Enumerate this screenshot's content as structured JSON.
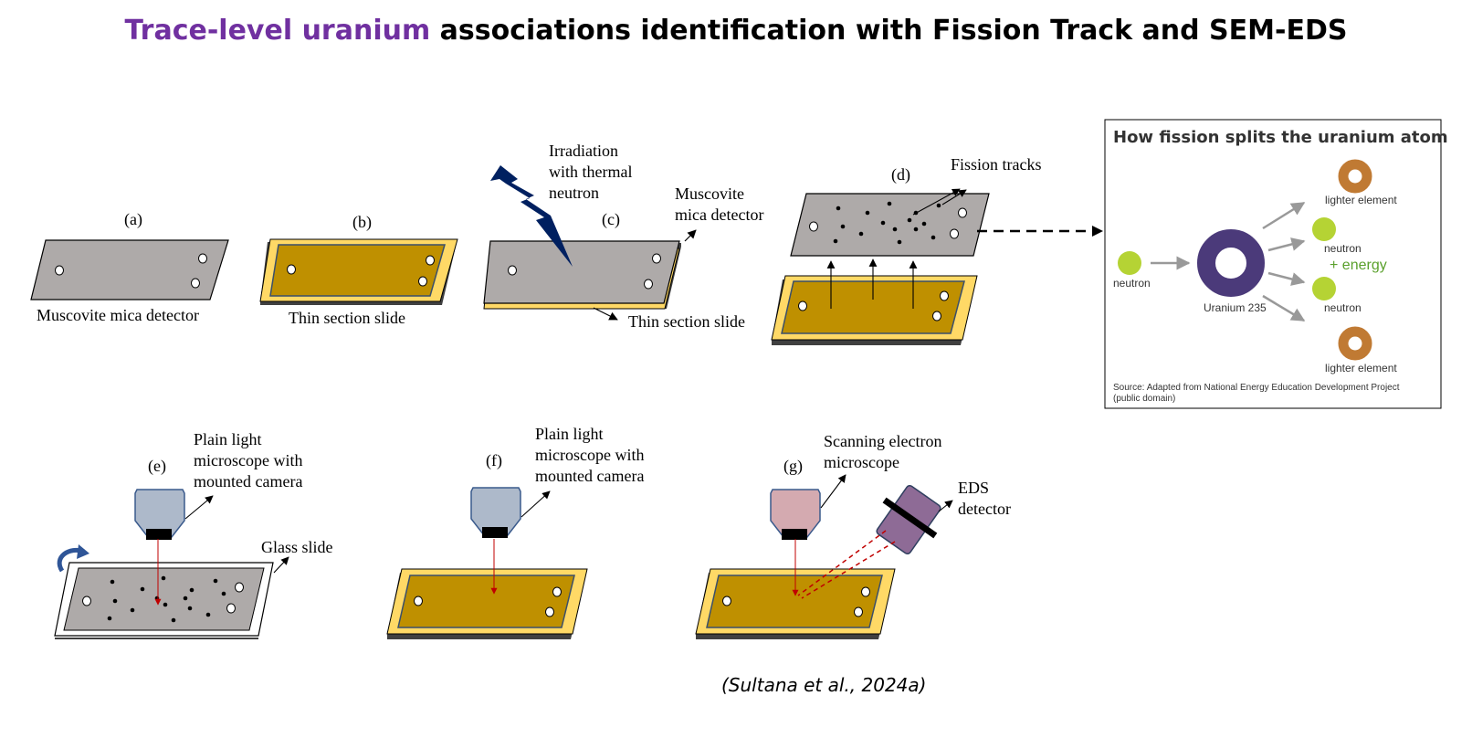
{
  "title": {
    "highlight": "Trace-level uranium",
    "rest": " associations identification with Fission Track and SEM-EDS"
  },
  "colors": {
    "title_highlight": "#7030a0",
    "mica": "#aeaaa9",
    "thin_section_frame": "#ffd966",
    "thin_section_sample": "#bf9000",
    "lightning": "#002060",
    "microscope_light": "#adb9ca",
    "sem_body": "#d4aab0",
    "eds_detector": "#8e6b96",
    "beam": "#c00000",
    "uranium": "#4b3a7a",
    "neutron": "#b5d334",
    "lighter_element": "#c07a33",
    "energy_text": "#5aa02c"
  },
  "steps": {
    "a": {
      "tag": "(a)",
      "caption": "Muscovite mica detector"
    },
    "b": {
      "tag": "(b)",
      "caption": "Thin section slide"
    },
    "c": {
      "tag": "(c)",
      "irradiation": [
        "Irradiation",
        "with thermal",
        "neutron"
      ],
      "mica_label": [
        "Muscovite",
        "mica detector"
      ],
      "slide_label": "Thin section slide"
    },
    "d": {
      "tag": "(d)",
      "tracks_label": "Fission tracks"
    },
    "e": {
      "tag": "(e)",
      "microscope_label": [
        "Plain light",
        "microscope with",
        "mounted camera"
      ],
      "glass_label": "Glass slide"
    },
    "f": {
      "tag": "(f)",
      "microscope_label": [
        "Plain light",
        "microscope with",
        "mounted camera"
      ]
    },
    "g": {
      "tag": "(g)",
      "sem_label": [
        "Scanning electron",
        "microscope"
      ],
      "eds_label": [
        "EDS",
        "detector"
      ]
    }
  },
  "inset": {
    "title": "How fission splits the uranium atom",
    "neutron_in": "neutron",
    "uranium": "Uranium 235",
    "lighter_top": "lighter element",
    "neutron_out_1": "neutron",
    "energy": "+ energy",
    "neutron_out_2": "neutron",
    "lighter_bottom": "lighter element",
    "source_lines": [
      "Source: Adapted from National Energy Education Development Project",
      "(public domain)"
    ]
  },
  "citation": "(Sultana et al., 2024a)"
}
